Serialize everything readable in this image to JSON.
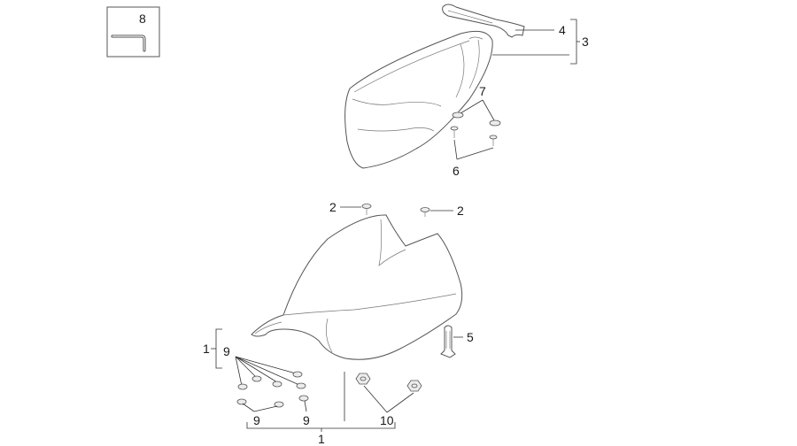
{
  "callouts": {
    "tool_box": "8",
    "grab_handle": "4",
    "passenger_group": "3",
    "washers_top": "7",
    "screws_top": "6",
    "screw_left": "2",
    "screw_right": "2",
    "latch": "5",
    "seat_group_side": "1",
    "seat_group_bottom": "1",
    "pads_top": "9",
    "pads_bottom_left": "9",
    "pads_bottom_right": "9",
    "nuts": "10"
  }
}
